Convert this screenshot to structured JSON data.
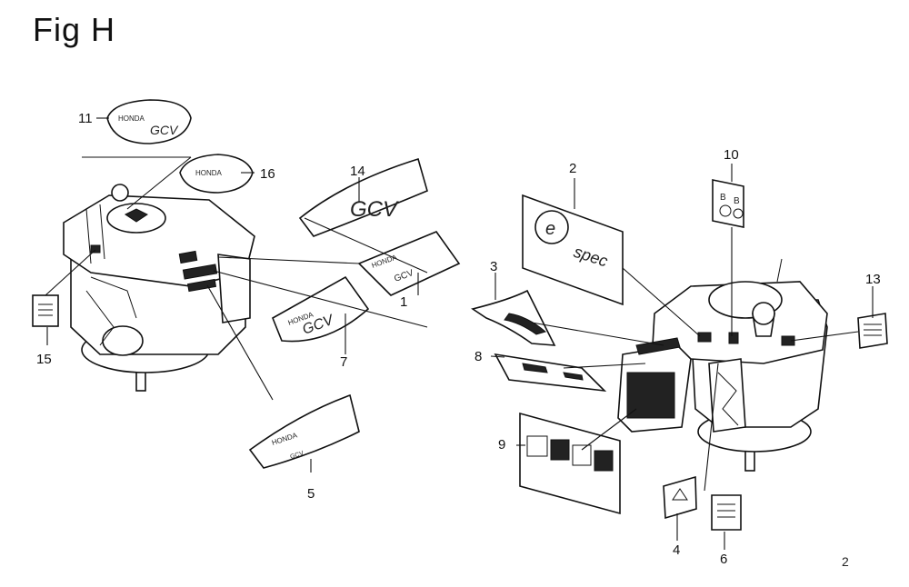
{
  "figure": {
    "title": "Fig H",
    "corner_mark": "2"
  },
  "callouts": [
    "1",
    "2",
    "3",
    "4",
    "5",
    "6",
    "7",
    "8",
    "9",
    "10",
    "11",
    "13",
    "14",
    "15",
    "16"
  ],
  "decal_text": {
    "brand": "HONDA",
    "model": "GCV",
    "espec": "spec",
    "espec_e": "e"
  }
}
